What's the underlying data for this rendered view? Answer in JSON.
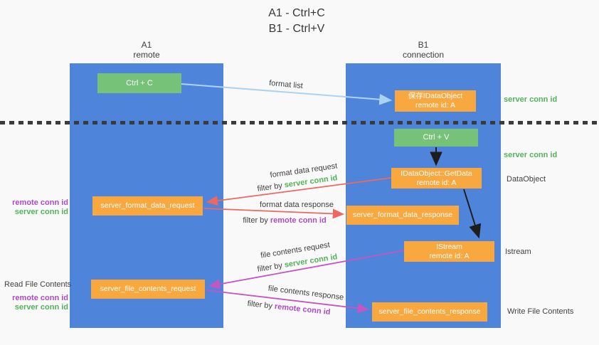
{
  "title": {
    "line1": "A1 - Ctrl+C",
    "line2": "B1 - Ctrl+V"
  },
  "lanes": {
    "a": {
      "name": "A1",
      "role": "remote"
    },
    "b": {
      "name": "B1",
      "role": "connection"
    }
  },
  "boxes": {
    "ctrl_c": "Ctrl + C",
    "ctrl_v": "Ctrl + V",
    "save_dataobject": {
      "line1": "保存IDataObject",
      "line2": "remote id: A"
    },
    "getdata": {
      "line1": "IDataObject::GetData",
      "line2": "remote id: A"
    },
    "istream": {
      "line1": "IStream",
      "line2": "remote id: A"
    },
    "format_request": "server_format_data_request",
    "format_response": "server_format_data_response",
    "file_request": "server_file_contents_request",
    "file_response": "server_file_contents_response"
  },
  "arrow_labels": {
    "format_list": "format list",
    "format_data_request": "format data request",
    "format_data_request_filter_prefix": "filter by ",
    "format_data_request_filter_id": "server conn id",
    "format_data_response": "format data response",
    "format_data_response_filter_prefix": "filter by ",
    "format_data_response_filter_id": "remote conn id",
    "file_contents_request": "file contents request",
    "file_contents_request_filter_prefix": "filter by ",
    "file_contents_request_filter_id": "server conn id",
    "file_contents_response": "file contents response",
    "file_contents_response_filter_prefix": "filter by ",
    "file_contents_response_filter_id": "remote conn id"
  },
  "side_labels": {
    "server_conn_id_top": "server conn id",
    "server_conn_id_mid": "server conn id",
    "dataobject": "DataObject",
    "istream": "Istream",
    "write_file_contents": "Write File Contents",
    "read_file_contents": "Read File Contents",
    "left_top_remote": "remote conn id",
    "left_top_server": "server conn id",
    "left_bottom_remote": "remote conn id",
    "left_bottom_server": "server conn id"
  },
  "colors": {
    "lane_blue": "#4e84d9",
    "box_green": "#76c279",
    "box_orange": "#f8a83e",
    "id_green": "#52b45a",
    "id_purple": "#ae4bc5",
    "arrow_red": "#ee6861",
    "arrow_magenta": "#c455c4",
    "arrow_light_blue": "#abd3f1",
    "arrow_black": "#1d1d1d"
  }
}
